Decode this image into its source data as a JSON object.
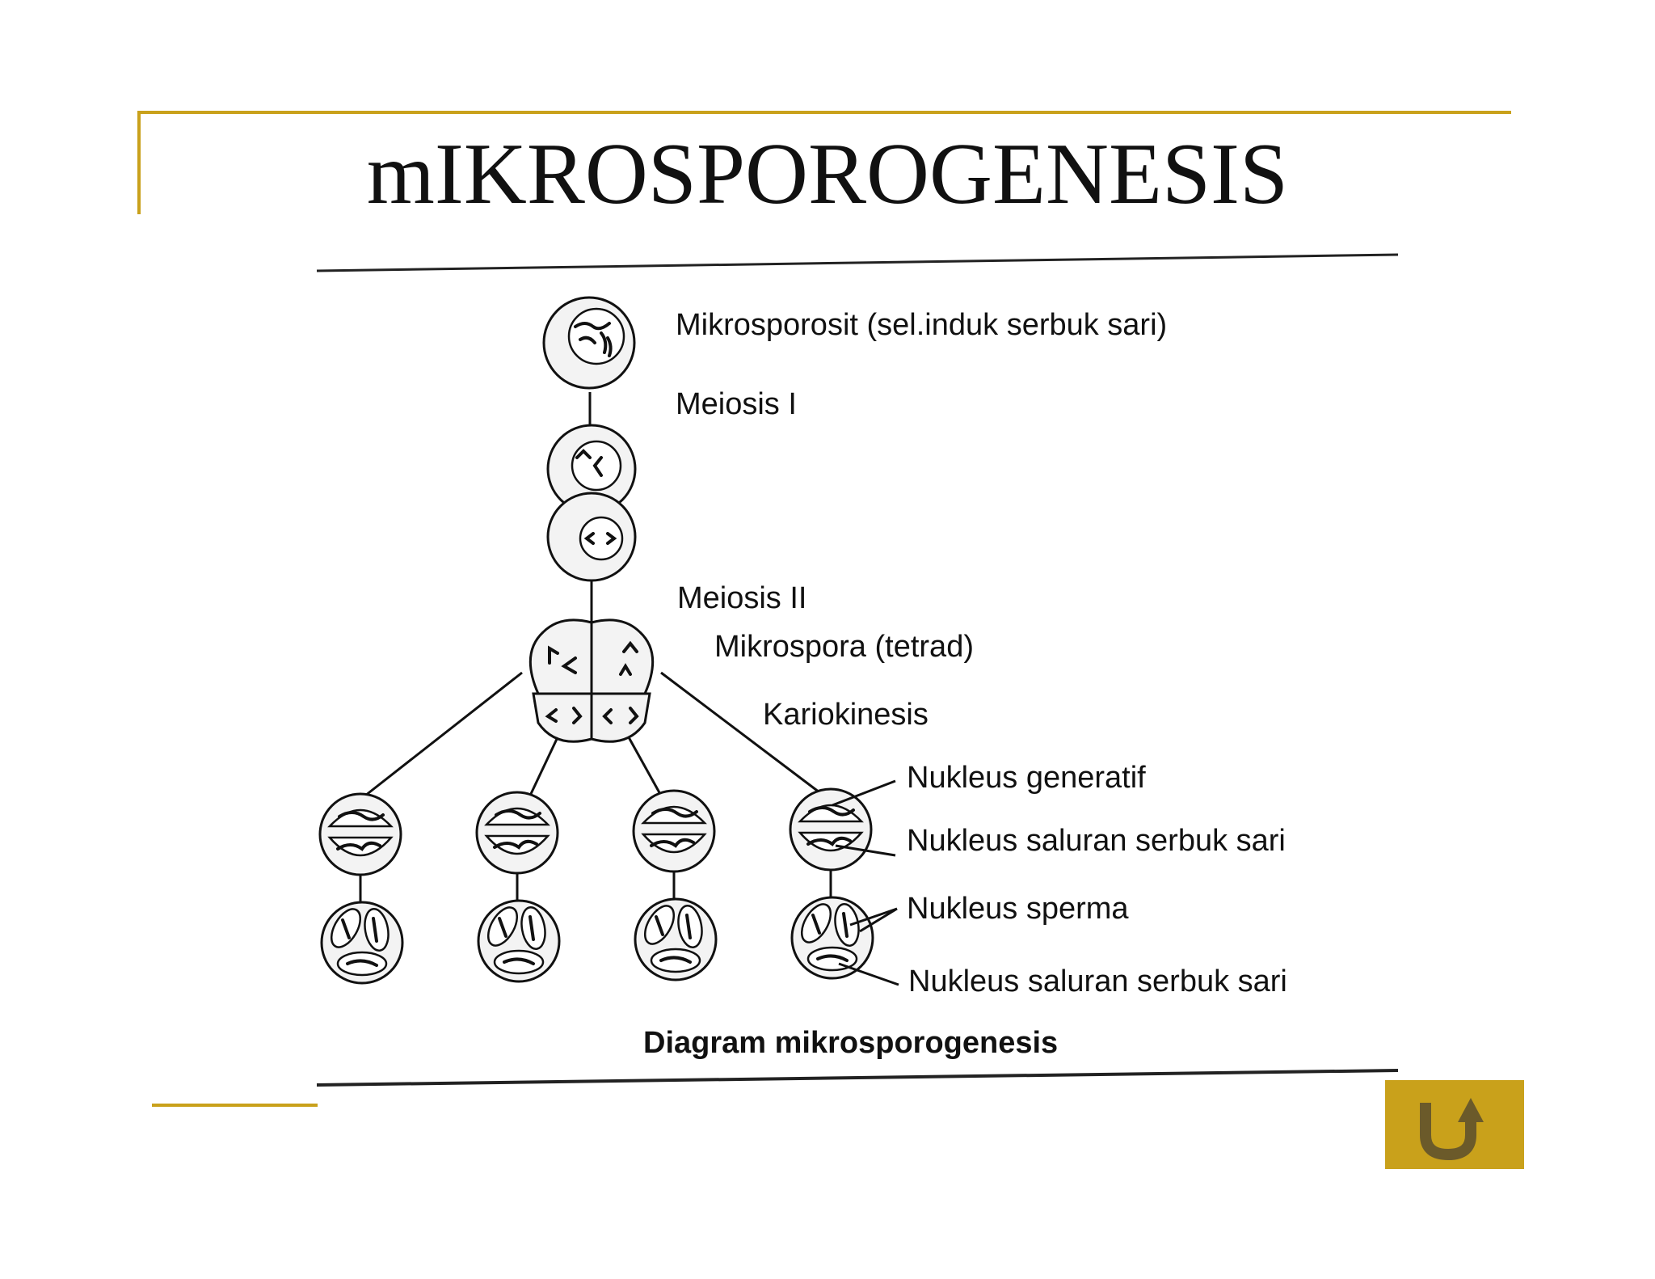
{
  "slide": {
    "title": "mIKROSPOROGENESIS",
    "accent_color": "#c9a11b"
  },
  "diagram": {
    "labels": {
      "mikrosporosit": "Mikrosporosit (sel.induk serbuk sari)",
      "meiosis_1": "Meiosis I",
      "meiosis_2": "Meiosis II",
      "mikrospora": "Mikrospora (tetrad)",
      "kariokinesis": "Kariokinesis",
      "nukleus_generatif": "Nukleus generatif",
      "nukleus_saluran_1": "Nukleus saluran serbuk sari",
      "nukleus_sperma": "Nukleus sperma",
      "nukleus_saluran_2": "Nukleus saluran serbuk sari"
    },
    "caption": "Diagram mikrosporogenesis"
  },
  "navigation": {
    "back_icon": "return-up-arrow-icon"
  }
}
